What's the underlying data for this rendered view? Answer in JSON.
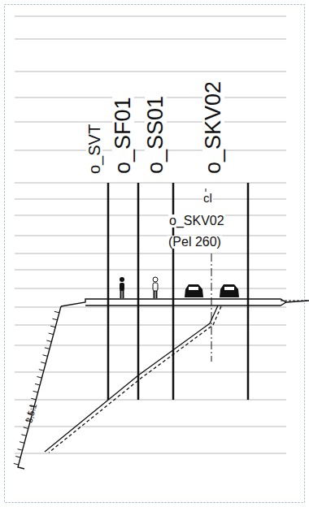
{
  "diagram": {
    "labels": [
      "o_SVT",
      "o_SF01",
      "o_SS01",
      "o_SKV02",
      "cl",
      "o_SKV02",
      "(Pel 260)",
      "3,5:1"
    ]
  }
}
